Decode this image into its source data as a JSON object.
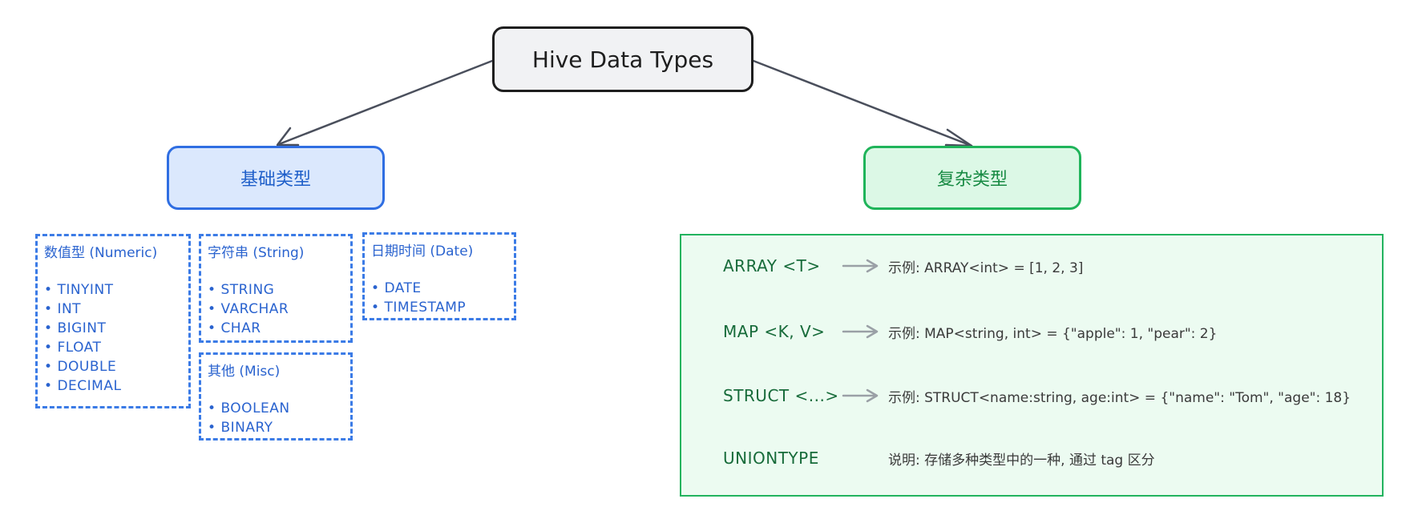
{
  "root": {
    "label": "Hive Data Types"
  },
  "basic": {
    "label": "基础类型",
    "groups": {
      "numeric": {
        "title": "数值型 (Numeric)",
        "items": [
          "TINYINT",
          "INT",
          "BIGINT",
          "FLOAT",
          "DOUBLE",
          "DECIMAL"
        ]
      },
      "string": {
        "title": "字符串 (String)",
        "items": [
          "STRING",
          "VARCHAR",
          "CHAR"
        ]
      },
      "date": {
        "title": "日期时间 (Date)",
        "items": [
          "DATE",
          "TIMESTAMP"
        ]
      },
      "misc": {
        "title": "其他 (Misc)",
        "items": [
          "BOOLEAN",
          "BINARY"
        ]
      }
    }
  },
  "complex": {
    "label": "复杂类型",
    "rows": [
      {
        "name": "ARRAY <T>",
        "desc": "示例: ARRAY<int> = [1, 2, 3]",
        "arrow": true
      },
      {
        "name": "MAP <K, V>",
        "desc": "示例: MAP<string, int> = {\"apple\": 1, \"pear\": 2}",
        "arrow": true
      },
      {
        "name": "STRUCT <...>",
        "desc": "示例: STRUCT<name:string, age:int> = {\"name\": \"Tom\", \"age\": 18}",
        "arrow": true
      },
      {
        "name": "UNIONTYPE",
        "desc": "说明: 存储多种类型中的一种, 通过 tag 区分",
        "arrow": false
      }
    ]
  },
  "colors": {
    "root_border": "#1e1e1e",
    "basic_accent": "#2f6ee2",
    "complex_accent": "#1fb45a",
    "connector": "#4a4f5c",
    "inline_arrow": "#9aa0a6"
  }
}
